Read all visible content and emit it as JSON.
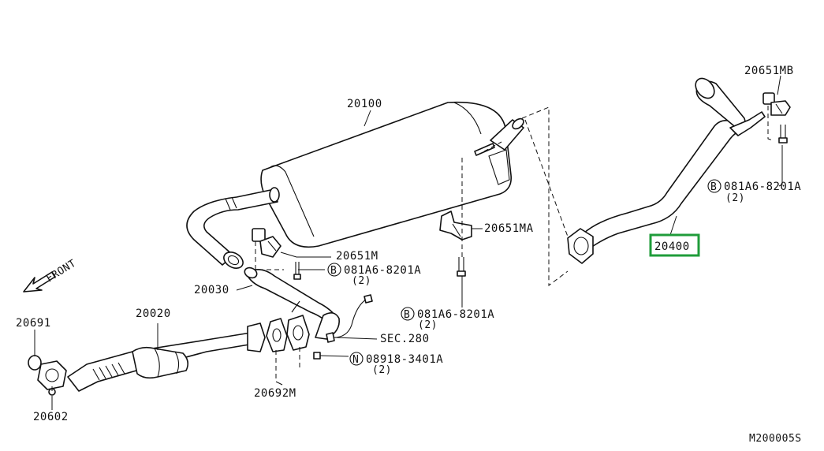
{
  "diagram": {
    "front_label": "FRONT",
    "drawing_code": "M200005S",
    "highlight_color": "#1f9c3a",
    "parts": {
      "p20100": "20100",
      "p20651M": "20651M",
      "p20651MA": "20651MA",
      "p20651MB": "20651MB",
      "p20400": "20400",
      "p20030": "20030",
      "p20020": "20020",
      "p20691": "20691",
      "p20602": "20602",
      "p20692M": "20692M",
      "sec280": "SEC.280"
    },
    "fasteners": [
      {
        "prefix": "B",
        "code": "081A6-8201A",
        "qty": "(2)"
      },
      {
        "prefix": "B",
        "code": "081A6-8201A",
        "qty": "(2)"
      },
      {
        "prefix": "B",
        "code": "081A6-8201A",
        "qty": "(2)"
      },
      {
        "prefix": "N",
        "code": "08918-3401A",
        "qty": "(2)"
      }
    ]
  }
}
